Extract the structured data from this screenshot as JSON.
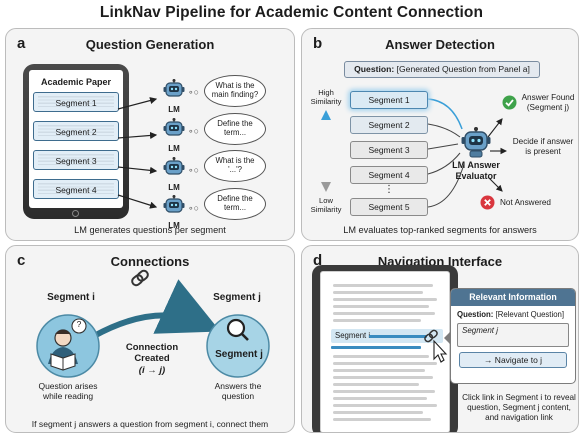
{
  "title": "LinkNav Pipeline for Academic Content Connection",
  "panel_a": {
    "letter": "a",
    "title": "Question Generation",
    "paper_title": "Academic Paper",
    "segments": [
      "Segment 1",
      "Segment 2",
      "Segment 3",
      "Segment 4"
    ],
    "lm_label": "LM",
    "bubbles": [
      "What is the main finding?",
      "Define the term...",
      "What is the '...'?",
      "Define the term..."
    ],
    "caption": "LM generates questions per segment"
  },
  "panel_b": {
    "letter": "b",
    "title": "Answer Detection",
    "question_label": "Question:",
    "question_text": "[Generated Question from Panel a]",
    "high_label": "High Similarity",
    "low_label": "Low Similarity",
    "segments": [
      "Segment 1",
      "Segment 2",
      "Segment 3",
      "Segment 4",
      "Segment 5"
    ],
    "ellipsis": "⋮",
    "evaluator_label": "LM Answer Evaluator",
    "found_label": "Answer Found (Segment j)",
    "decide_label": "Decide if answer is present",
    "not_answered_label": "Not Answered",
    "caption": "LM evaluates top-ranked segments for answers",
    "colors": {
      "found": "#3ea24a",
      "not": "#d9363e"
    }
  },
  "panel_c": {
    "letter": "c",
    "title": "Connections",
    "segment_i": "Segment i",
    "segment_j": "Segment j",
    "segment_j_inner": "Segment j",
    "question_mark": "?",
    "connection_line1": "Connection",
    "connection_line2": "Created",
    "connection_line3": "(i → j)",
    "left_caption": "Question arises while reading",
    "right_caption": "Answers the question",
    "caption": "If segment j answers a question from segment i, connect them"
  },
  "panel_d": {
    "letter": "d",
    "title": "Navigation Interface",
    "highlight_label": "Segment i",
    "card_title": "Relevant Information",
    "question_label": "Question:",
    "question_text": "[Relevant Question]",
    "segment_label": "Segment j",
    "navigate_label": "→ Navigate to j",
    "caption": "Click link in Segment i to reveal question, Segment j content, and navigation link"
  }
}
